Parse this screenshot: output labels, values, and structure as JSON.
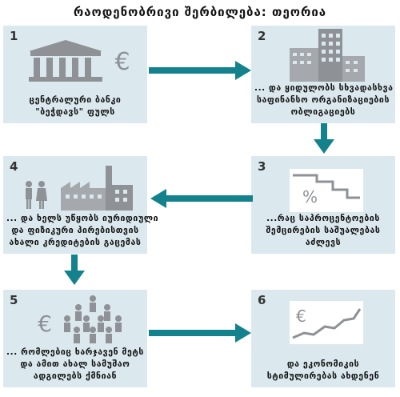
{
  "title": "რაოდენობრივი შერბილება: თეორია",
  "panels": [
    {
      "num": "1",
      "lines": [
        "ცენტრალური ბანკი",
        "\"ბეჭდავს\" ფულს"
      ]
    },
    {
      "num": "2",
      "lines": [
        "... და ყიდულობს სხვადასხვა",
        "საფინანსო ორგანიზაციების",
        "ობლიგაციებს"
      ]
    },
    {
      "num": "3",
      "lines": [
        "...რაც საპროცენტოების",
        "შემცირების საშუალებას",
        "აძლევს"
      ]
    },
    {
      "num": "4",
      "lines": [
        "... და ხელს უწყობს იურიდიული",
        "და ფიზიკური პირებისთვის",
        "ახალი კრედიტების გაცემას"
      ]
    },
    {
      "num": "5",
      "lines": [
        "... რომლებიც ხარჯავენ მეტს",
        "და ამით ახალ სამუშაო",
        "ადგილებს ქმნიან"
      ]
    },
    {
      "num": "6",
      "lines": [
        "და ეკონომიკის",
        "სტიმულირებას ახდენენ"
      ]
    }
  ],
  "icons": {
    "euro_symbol": "€",
    "percent_symbol": "%"
  },
  "colors": {
    "panel_bg": "#dbe9ef",
    "arrow": "#13828c",
    "icon_gray": "#8e9195"
  }
}
